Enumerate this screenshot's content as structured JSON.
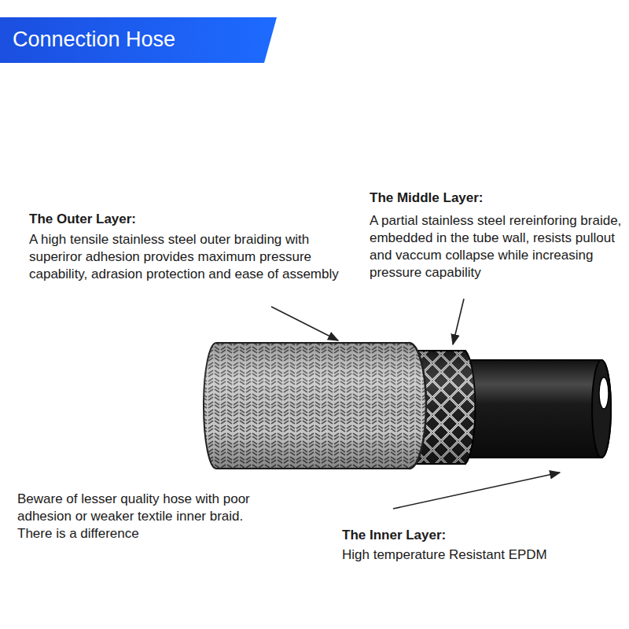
{
  "diagram": {
    "title": "Connection Hose",
    "labels": [
      "The Outer Layer:",
      "A high tensile stainless steel outer braiding with superiror adhesion provides maximum pressure capability, adrasion protection and ease of assembly",
      "The Middle Layer:",
      "A partial stainless steel rereinforing braide, embedded in the tube wall, resists pullout and vaccum collapse while increasing pressure capability",
      "Beware of lesser quality hose with poor adhesion or weaker textile inner braid. There is a difference",
      "The Inner Layer:",
      "High temperature Resistant EPDM"
    ]
  }
}
